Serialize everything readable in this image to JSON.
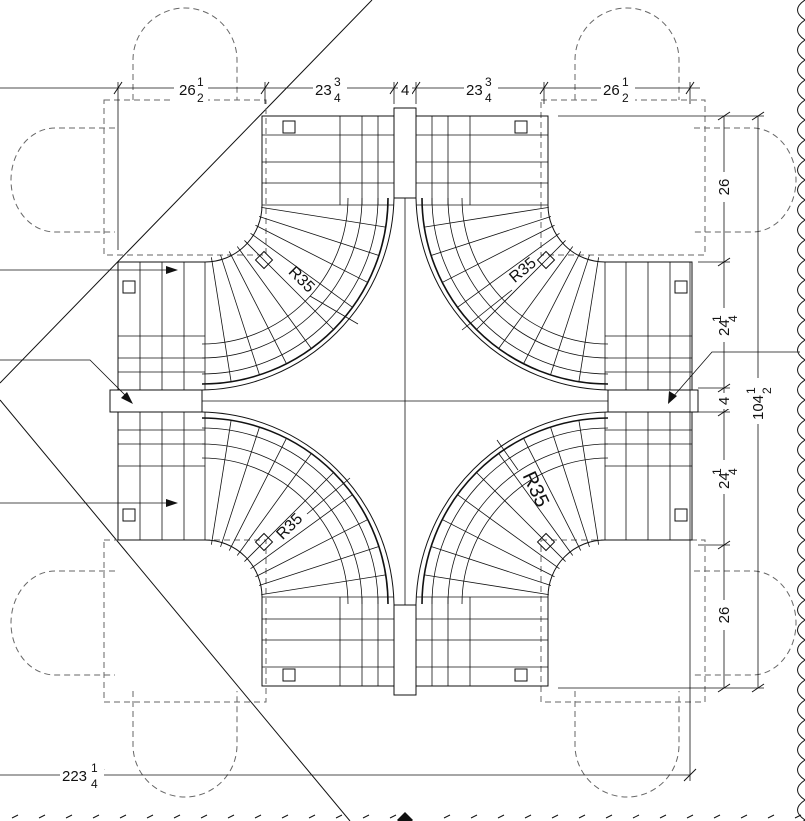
{
  "dimensions": {
    "top": {
      "seg1": {
        "whole": "26",
        "num": "1",
        "den": "2"
      },
      "seg2": {
        "whole": "23",
        "num": "3",
        "den": "4"
      },
      "seg3": "4",
      "seg4": {
        "whole": "23",
        "num": "3",
        "den": "4"
      },
      "seg5": {
        "whole": "26",
        "num": "1",
        "den": "2"
      }
    },
    "right": {
      "seg1": "26",
      "seg2": {
        "whole": "24",
        "num": "1",
        "den": "4"
      },
      "seg3": "4",
      "seg4": {
        "whole": "24",
        "num": "1",
        "den": "4"
      },
      "seg5": "26",
      "overall": {
        "whole": "104",
        "num": "1",
        "den": "2"
      }
    },
    "bottom_overall": {
      "whole": "223",
      "num": "1",
      "den": "4"
    }
  },
  "radius_labels": {
    "top_left": "R35",
    "top_right": "R35",
    "bottom_left": "R35",
    "bottom_right": "R35"
  }
}
